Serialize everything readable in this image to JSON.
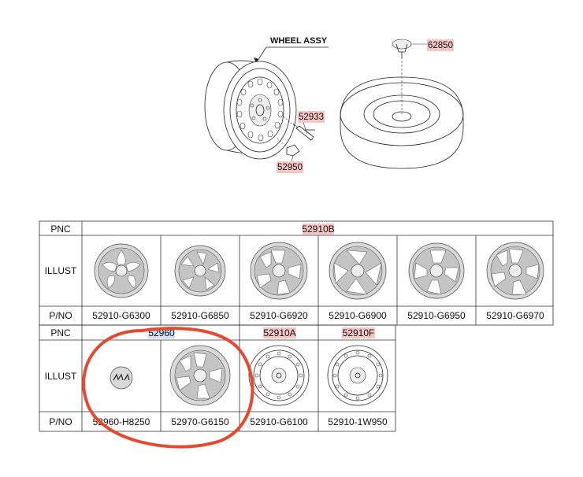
{
  "top_diagram": {
    "title_label": "WHEEL ASSY",
    "part_labels": [
      "62850",
      "52933",
      "52950"
    ]
  },
  "table": {
    "row1": {
      "pnc_header": "PNC",
      "pnc_value": "52910B",
      "illust_header": "ILLUST",
      "pno_header": "P/NO",
      "pnos": [
        "52910-G6300",
        "52910-G6850",
        "52910-G6920",
        "52910-G6900",
        "52910-G6950",
        "52910-G6970"
      ]
    },
    "row2": {
      "pnc_header": "PNC",
      "pnc_values": [
        "52960",
        "52910A",
        "52910F"
      ],
      "illust_header": "ILLUST",
      "pno_header": "P/NO",
      "pnos": [
        "52960-H8250",
        "52970-G6150",
        "52910-G6100",
        "52910-1W950"
      ]
    }
  },
  "annotation": {
    "circle_color": "#e34a2f"
  },
  "colors": {
    "highlight_red": "#f5c6c4",
    "highlight_blue": "#cfe0f5"
  }
}
